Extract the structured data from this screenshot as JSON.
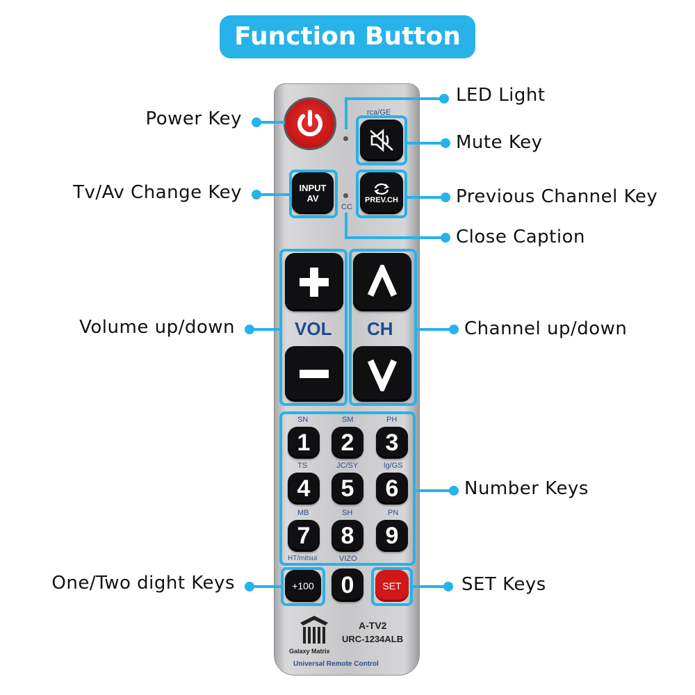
{
  "title": "Function Button",
  "labels": {
    "power": "Power Key",
    "led": "LED Light",
    "mute": "Mute Key",
    "tvav": "Tv/Av Change Key",
    "prev": "Previous Channel Key",
    "cc": "Close Caption",
    "volume": "Volume up/down",
    "channel": "Channel up/down",
    "numbers": "Number Keys",
    "onetwo": "One/Two dight Keys",
    "set": "SET Keys"
  },
  "remote": {
    "brand_top": "rca/GE",
    "cc_text": "CC",
    "input_line1": "INPUT",
    "input_line2": "AV",
    "prev_text": "PREV.CH",
    "vol_text": "VOL",
    "ch_text": "CH",
    "brand_codes": [
      "SN",
      "SM",
      "PH",
      "TS",
      "JC/SY",
      "lg/GS",
      "MB",
      "SH",
      "PN",
      "HT/mitsui",
      "VIZO"
    ],
    "digits": [
      "1",
      "2",
      "3",
      "4",
      "5",
      "6",
      "7",
      "8",
      "9",
      "0"
    ],
    "plus100": "+100",
    "set_text": "SET",
    "model1": "A-TV2",
    "model2": "URC-1234ALB",
    "maker": "Galaxy Matrix",
    "product": "Universal Remote Control"
  },
  "colors": {
    "accent": "#27b2ea",
    "power_red": "#c41414",
    "set_red": "#d01818",
    "legend_blue": "#2d4d86"
  }
}
